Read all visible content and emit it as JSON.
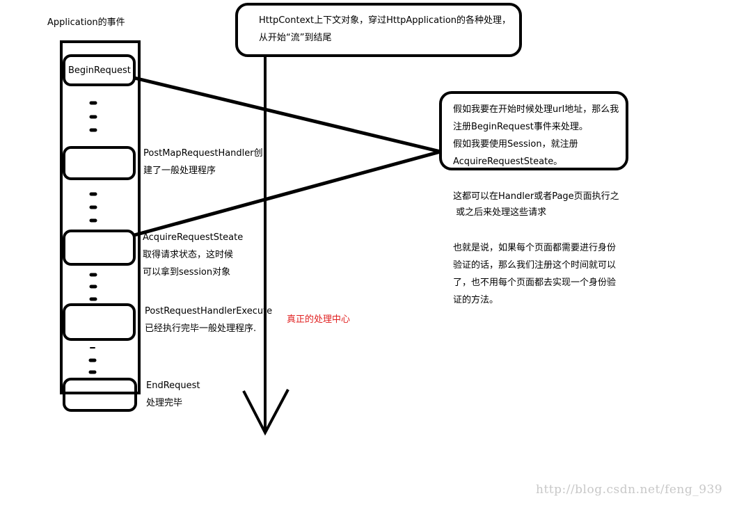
{
  "title": "Application的事件",
  "flow_box": {
    "line1": "HttpContext上下文对象，穿过HttpApplication的各种处理，",
    "line2": "从开始“流”到结尾"
  },
  "events": {
    "begin_request": "BeginRequest",
    "post_map_1": "PostMapRequestHandler创",
    "post_map_2": "建了一般处理程序",
    "acquire_1": "AcquireRequestSteate",
    "acquire_2": "取得请求状态，这时候",
    "acquire_3": "可以拿到session对象",
    "post_exec_1": "PostRequestHandlerExecute",
    "post_exec_2": "已经执行完毕一般处理程序.",
    "end_1": "EndRequest",
    "end_2": "处理完毕"
  },
  "center_label": "真正的处理中心",
  "note_box": {
    "line1": "假如我要在开始时候处理url地址，那么我",
    "line2": "注册BeginRequest事件来处理。",
    "line3": "假如我要使用Session，就注册",
    "line4": "AcquireRequestSteate。"
  },
  "note_text": {
    "line1": "这都可以在Handler或者Page页面执行之",
    "line2": " 或之后来处理这些请求",
    "line3": "也就是说，如果每个页面都需要进行身份",
    "line4": "验证的话，那么我们注册这个时间就可以",
    "line5": "了，也不用每个页面都去实现一个身份验",
    "line6": "证的方法。"
  },
  "watermark": "http://blog.csdn.net/feng_939",
  "colors": {
    "stroke": "#000000",
    "highlight": "#e02020",
    "watermark": "#c8c8c8"
  }
}
